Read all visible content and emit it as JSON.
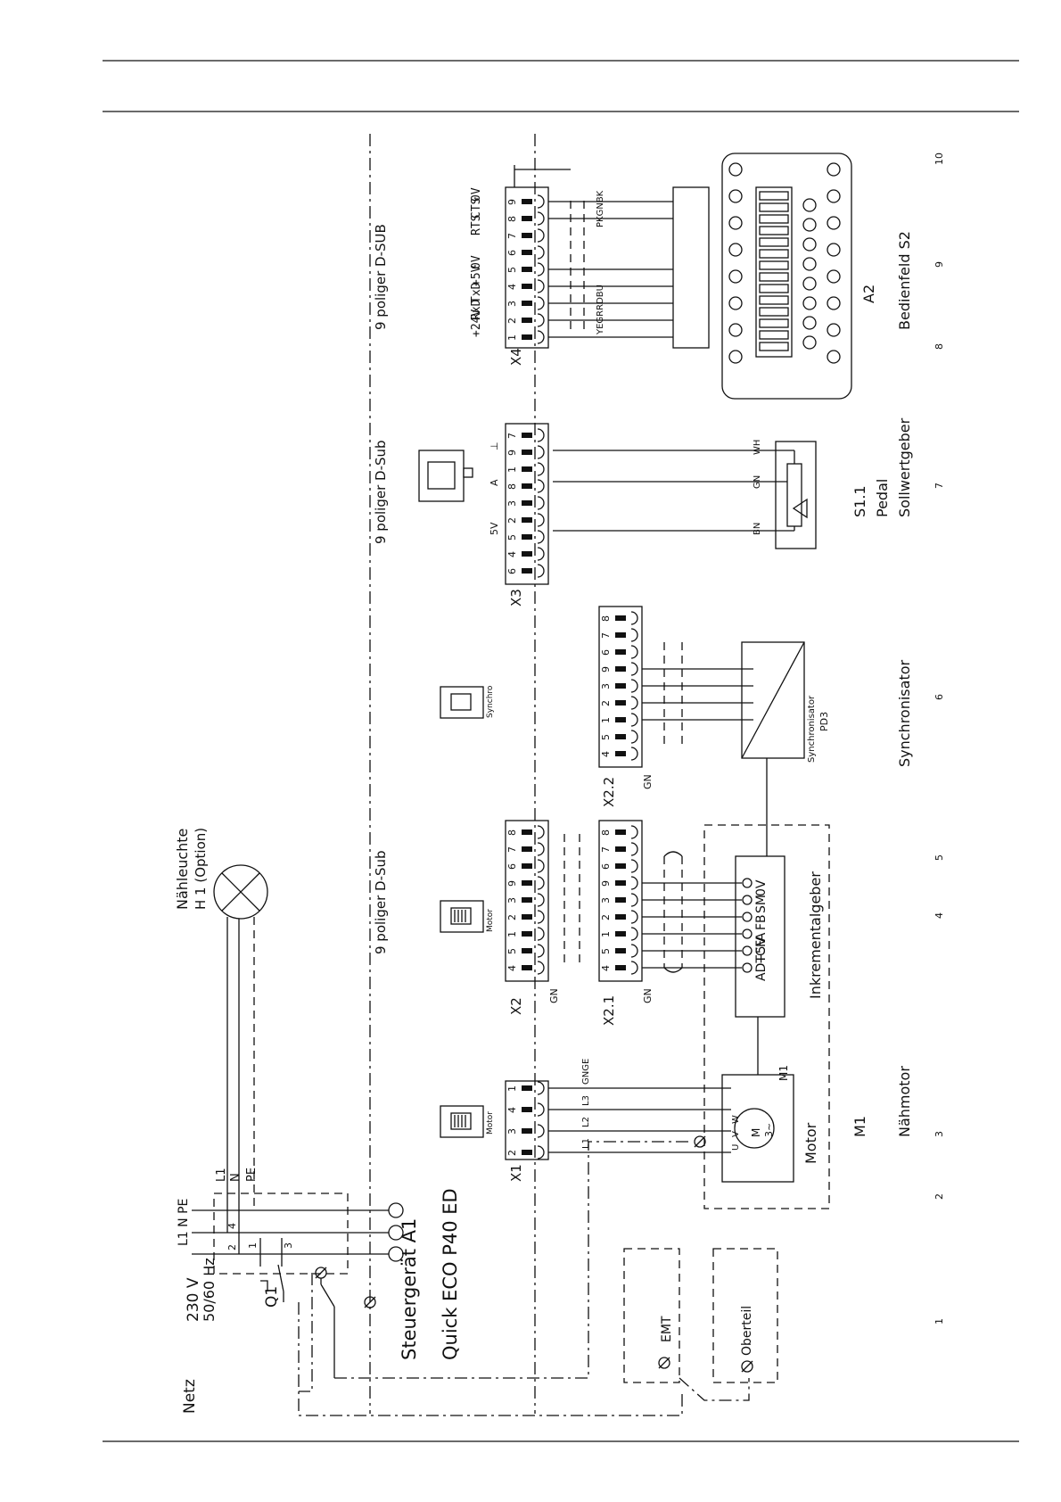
{
  "section_labels": {
    "netz": "Netz",
    "supply": "230 V",
    "freq": "50/60 Hz",
    "q1": "Q1",
    "l1npe": "L1 N PE",
    "naehleuchte": "Nähleuchte",
    "h1": "H 1 (Option)",
    "lamp_l1": "L1",
    "lamp_n": "N",
    "lamp_pe": "PE",
    "steuergeraet": "Steuergerät A1",
    "product": "Quick ECO P40 ED",
    "emt": "EMT",
    "oberteil": "Oberteil",
    "naehmotor": "Nähmotor",
    "m1": "M1",
    "motor_word": "Motor",
    "m1_small": "M1",
    "inkremental": "Inkrementalgeber",
    "synchronisator": "Synchronisator",
    "synchro_device": "Synchronisator",
    "pd3": "PD3",
    "pedal": "Pedal",
    "sollwertgeber": "Sollwertgeber",
    "s11": "S1.1",
    "a2": "A2",
    "bedienfeld": "Bedienfeld S2",
    "dsub_a": "9 poliger D-Sub",
    "dsub_b": "9 poliger D-Sub",
    "dsub_c": "9 poliger D-SUB",
    "icon_motor": "Motor",
    "icon_synchro": "Synchro"
  },
  "connectors": {
    "x1": {
      "label": "X1",
      "pins": [
        "2",
        "3",
        "4",
        "1"
      ]
    },
    "x2": {
      "label": "X2",
      "pins": [
        "4",
        "5",
        "1",
        "2",
        "3",
        "9",
        "6",
        "7",
        "8"
      ]
    },
    "x21": {
      "label": "X2.1",
      "pins": [
        "4",
        "5",
        "1",
        "2",
        "3",
        "9",
        "6",
        "7",
        "8"
      ]
    },
    "x22": {
      "label": "X2.2",
      "pins": [
        "4",
        "5",
        "1",
        "2",
        "3",
        "9",
        "6",
        "7",
        "8"
      ]
    },
    "x3": {
      "label": "X3",
      "pins": [
        "6",
        "4",
        "5",
        "2",
        "3",
        "8",
        "1",
        "9",
        "7"
      ]
    },
    "x4": {
      "label": "X4",
      "pins": [
        "1",
        "2",
        "3",
        "4",
        "5",
        "6",
        "7",
        "8",
        "9"
      ]
    }
  },
  "wire_labels": {
    "x1": [
      "L1",
      "L2",
      "L3",
      "GNGE"
    ],
    "gn": "GN",
    "pedal": [
      "BN",
      "GN",
      "WH"
    ],
    "x4_colors": "YEGRRDBU",
    "x4_colors2": "PKGNBK"
  },
  "signals": {
    "encoder": [
      "ADTC",
      "+5V",
      "FA",
      "FB",
      "SM",
      "0V"
    ],
    "pedal": [
      "5V",
      "A",
      "⊥"
    ],
    "x4": [
      "+24V",
      "RxD",
      "TxD",
      "+5V",
      "0V",
      "RTS",
      "CTS",
      "0V"
    ]
  },
  "motor_terminals": [
    "U",
    "V",
    "W"
  ],
  "motor_symbol": [
    "M",
    "3~"
  ],
  "grid_numbers": [
    "1",
    "2",
    "3",
    "4",
    "5",
    "6",
    "7",
    "8",
    "9",
    "10"
  ]
}
